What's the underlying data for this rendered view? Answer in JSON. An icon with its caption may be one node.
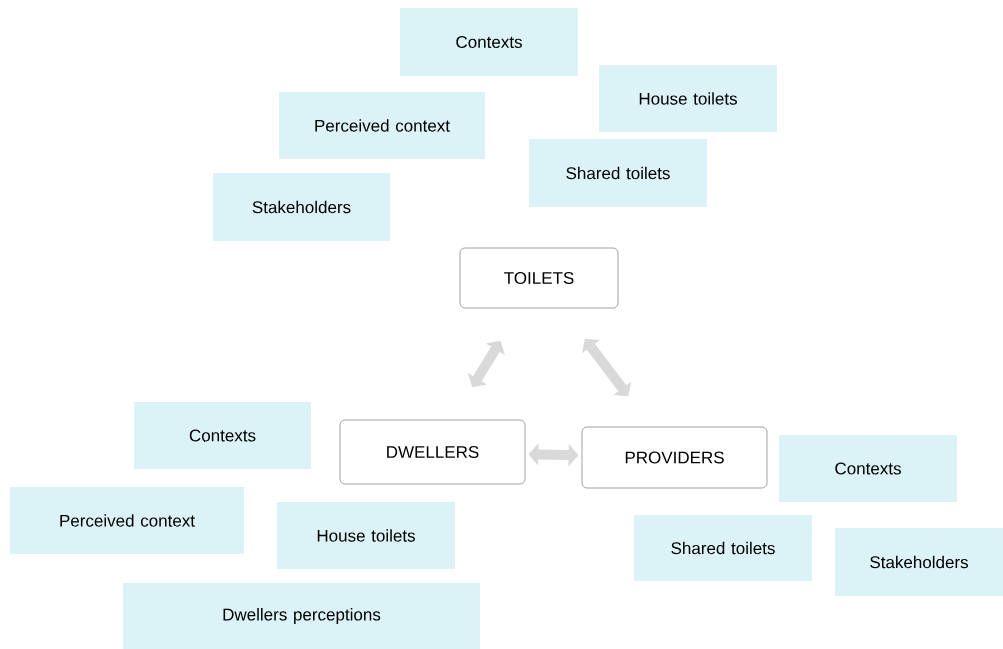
{
  "diagram": {
    "nodes": [
      {
        "text": [
          "Contexts"
        ]
      },
      {
        "text": [
          "House toilets"
        ]
      },
      {
        "text": [
          "Perceived context"
        ]
      },
      {
        "text": [
          "Shared toilets"
        ]
      },
      {
        "text": [
          "Stakeholders"
        ]
      },
      {
        "text": [
          "TOILETS"
        ]
      },
      {
        "text": [
          "Contexts"
        ]
      },
      {
        "text": [
          "DWELLERS"
        ]
      },
      {
        "text": [
          "PROVIDERS"
        ]
      },
      {
        "text": [
          "Contexts"
        ]
      },
      {
        "text": [
          "Perceived context"
        ]
      },
      {
        "text": [
          "House toilets"
        ]
      },
      {
        "text": [
          "Shared toilets"
        ]
      },
      {
        "text": [
          "Stakeholders"
        ]
      },
      {
        "text": [
          "Dwellers perceptions"
        ]
      }
    ],
    "edges": [
      {
        "from": 5,
        "to": 7,
        "arrow": "both"
      },
      {
        "from": 5,
        "to": 8,
        "arrow": "both"
      },
      {
        "from": 7,
        "to": 8,
        "arrow": "both"
      }
    ]
  }
}
